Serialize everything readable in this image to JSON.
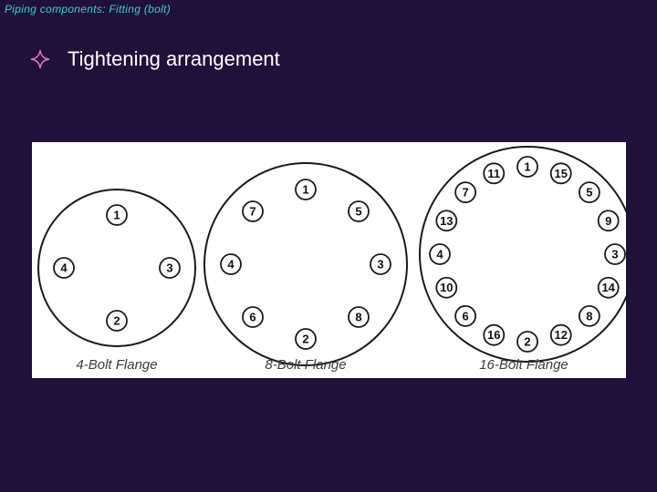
{
  "header": {
    "title": "Piping components: Fitting (bolt)"
  },
  "bullet": {
    "icon": "four-point-star-icon",
    "text": "Tightening arrangement",
    "icon_color": "#e87ab8"
  },
  "flanges": [
    {
      "label": "4-Bolt Flange",
      "bolts": [
        "1",
        "3",
        "2",
        "4"
      ]
    },
    {
      "label": "8-Bolt Flange",
      "bolts": [
        "1",
        "5",
        "3",
        "8",
        "2",
        "6",
        "4",
        "7"
      ]
    },
    {
      "label": "16-Bolt Flange",
      "bolts": [
        "1",
        "15",
        "5",
        "9",
        "3",
        "14",
        "8",
        "12",
        "2",
        "16",
        "6",
        "10",
        "4",
        "13",
        "7",
        "11"
      ]
    }
  ]
}
